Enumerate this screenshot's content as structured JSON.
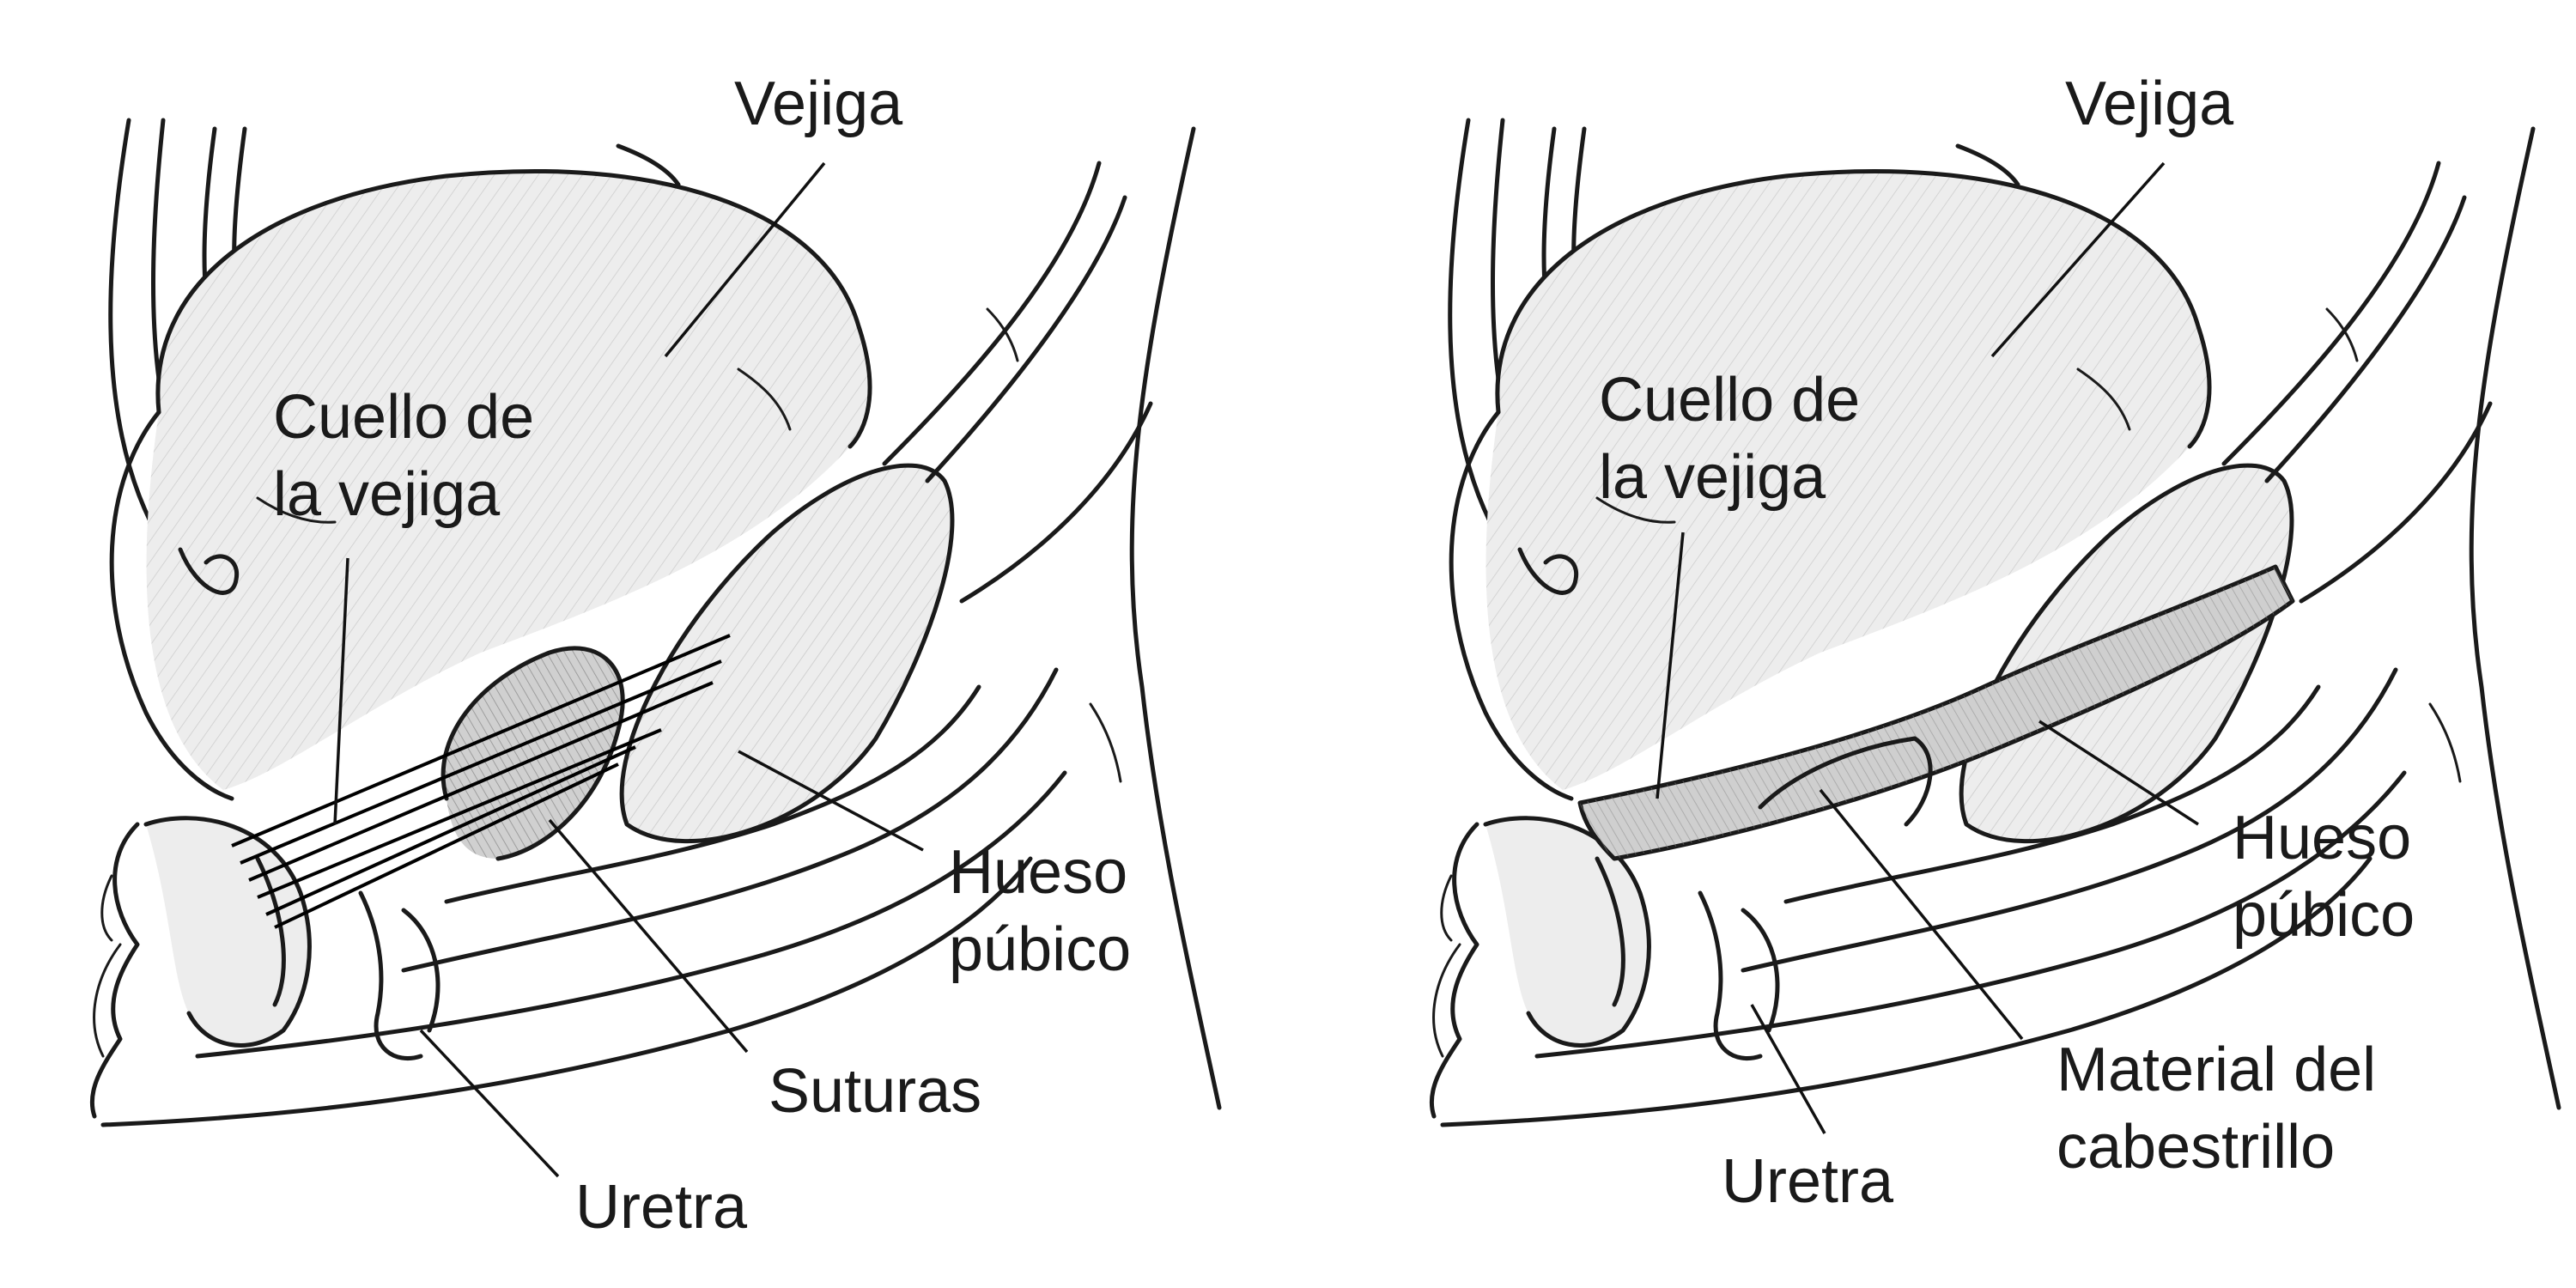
{
  "panels": [
    {
      "id": "suture-procedure",
      "labels": {
        "bladder": "Vejiga",
        "bladder_neck_line1": "Cuello de",
        "bladder_neck_line2": "la vejiga",
        "pubic_bone_line1": "Hueso",
        "pubic_bone_line2": "púbico",
        "sutures": "Suturas",
        "urethra": "Uretra"
      }
    },
    {
      "id": "sling-procedure",
      "labels": {
        "bladder": "Vejiga",
        "bladder_neck_line1": "Cuello de",
        "bladder_neck_line2": "la vejiga",
        "pubic_bone_line1": "Hueso",
        "pubic_bone_line2": "púbico",
        "sling_material_line1": "Material del",
        "sling_material_line2": "cabestrillo",
        "urethra": "Uretra"
      }
    }
  ],
  "colors": {
    "ink": "#1a1a1a",
    "background": "#ffffff",
    "shading": "#d0d0d0"
  }
}
